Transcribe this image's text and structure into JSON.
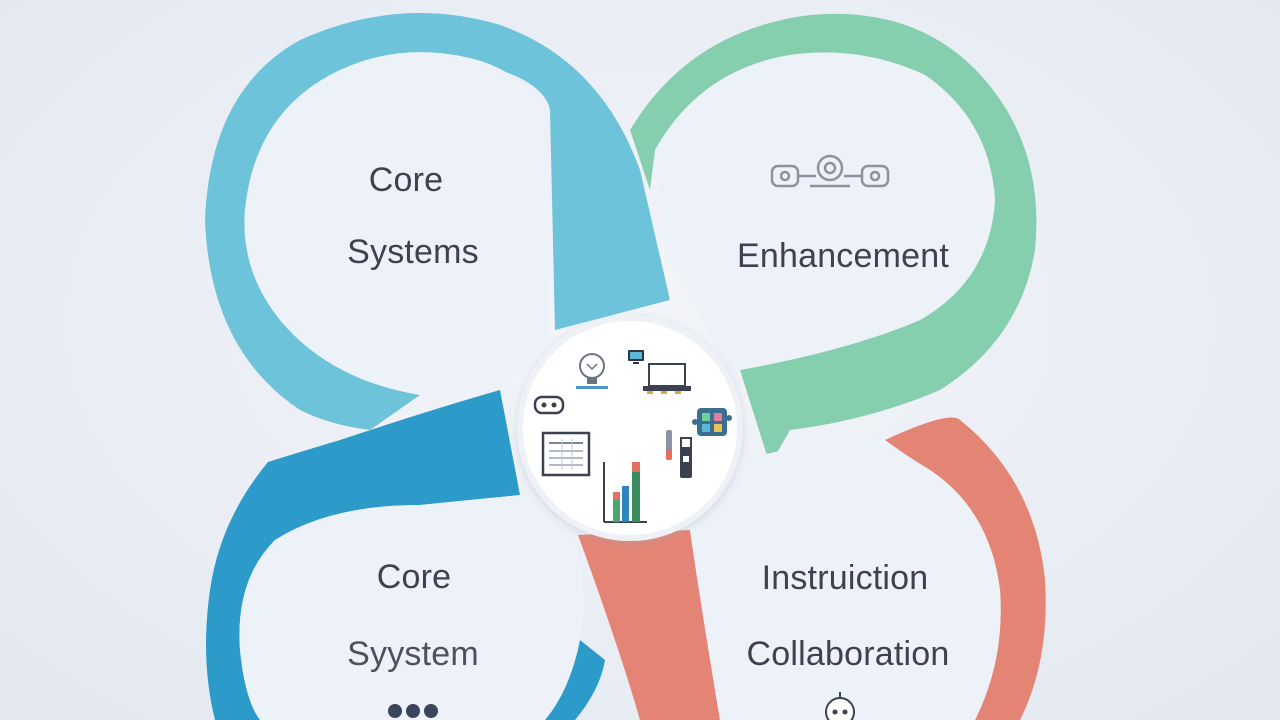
{
  "quadrants": [
    {
      "id": "top-left",
      "color": "#6cc3da",
      "lines": [
        "Core",
        "Systems"
      ]
    },
    {
      "id": "top-right",
      "color": "#86cfae",
      "lines": [
        "Enhancement"
      ]
    },
    {
      "id": "bottom-left",
      "color": "#2d9bc9",
      "lines": [
        "Core",
        "Syystem"
      ]
    },
    {
      "id": "bottom-right",
      "color": "#e48474",
      "lines": [
        "Instruiction",
        "Collaboration"
      ]
    }
  ],
  "hub": {
    "icons": [
      "lightbulb-icon",
      "computer-icon",
      "laptop-icon",
      "robot-icon",
      "puzzle-icon",
      "document-icon",
      "bar-chart-icon",
      "thermometer-icon",
      "usb-drive-icon"
    ]
  },
  "decorations": {
    "enhancement_icon": "gears-icon",
    "bottom_left_icon": "dots-icon",
    "bottom_right_icon": "robot-head-icon"
  }
}
